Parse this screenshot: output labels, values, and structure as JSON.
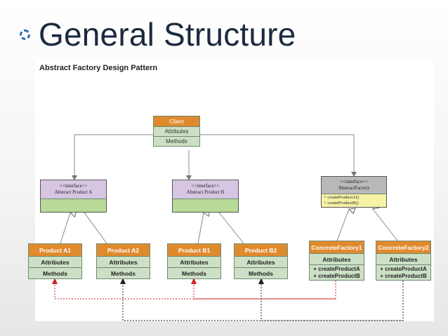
{
  "slide": {
    "title": "General Structure"
  },
  "diagram": {
    "caption": "Abstract Factory Design Pattern",
    "client": {
      "name": "Client",
      "attributes": "Attributes",
      "methods": "Methods"
    },
    "abstract_product_a": {
      "stereotype": "<<interface>>",
      "name": "Abstract Product A"
    },
    "abstract_product_b": {
      "stereotype": "<<interface>>",
      "name": "Abstract Product B"
    },
    "abstract_factory": {
      "stereotype": "<<interface>>",
      "name": "AbstractFactory",
      "methods": [
        "+ createProductA()",
        "+ createProductB()"
      ]
    },
    "products": [
      {
        "name": "Product A1",
        "attributes": "Attributes",
        "methods": "Methods"
      },
      {
        "name": "Product A2",
        "attributes": "Attributes",
        "methods": "Methods"
      },
      {
        "name": "Product B1",
        "attributes": "Attributes",
        "methods": "Methods"
      },
      {
        "name": "Product B2",
        "attributes": "Attributes",
        "methods": "Methods"
      }
    ],
    "factories": [
      {
        "name": "ConcreteFactory1",
        "attributes": "Attributes",
        "methods": [
          "+ createProductA",
          "+ createProductB"
        ]
      },
      {
        "name": "ConcreteFactory2",
        "attributes": "Attributes",
        "methods": [
          "+ createProductA",
          "+ createProductB"
        ]
      }
    ],
    "colors": {
      "class_header": "#e08a2e",
      "class_body": "#cde0c6",
      "interface_header": "#d7c6e3",
      "interface_body": "#b9db9a",
      "factory_header": "#b9b9b9",
      "factory_body": "#f7f3a6",
      "dependency_red": "#cc2222",
      "dependency_black": "#222222"
    }
  }
}
